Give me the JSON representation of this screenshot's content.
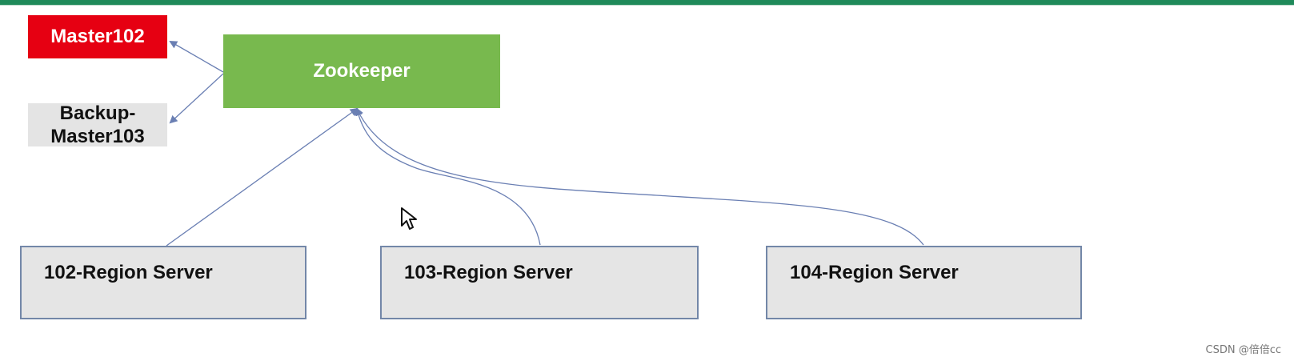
{
  "nodes": {
    "master": "Master102",
    "backup_line1": "Backup-",
    "backup_line2": "Master103",
    "zookeeper": "Zookeeper",
    "region_102": "102-Region Server",
    "region_103": "103-Region Server",
    "region_104": "104-Region Server"
  },
  "colors": {
    "master": "#e60012",
    "zookeeper": "#78b94e",
    "region_fill": "#e5e5e5",
    "connector": "#6a7fb3"
  },
  "watermark": "CSDN @倍倍cc",
  "cursor_icon": "mouse-pointer-icon"
}
